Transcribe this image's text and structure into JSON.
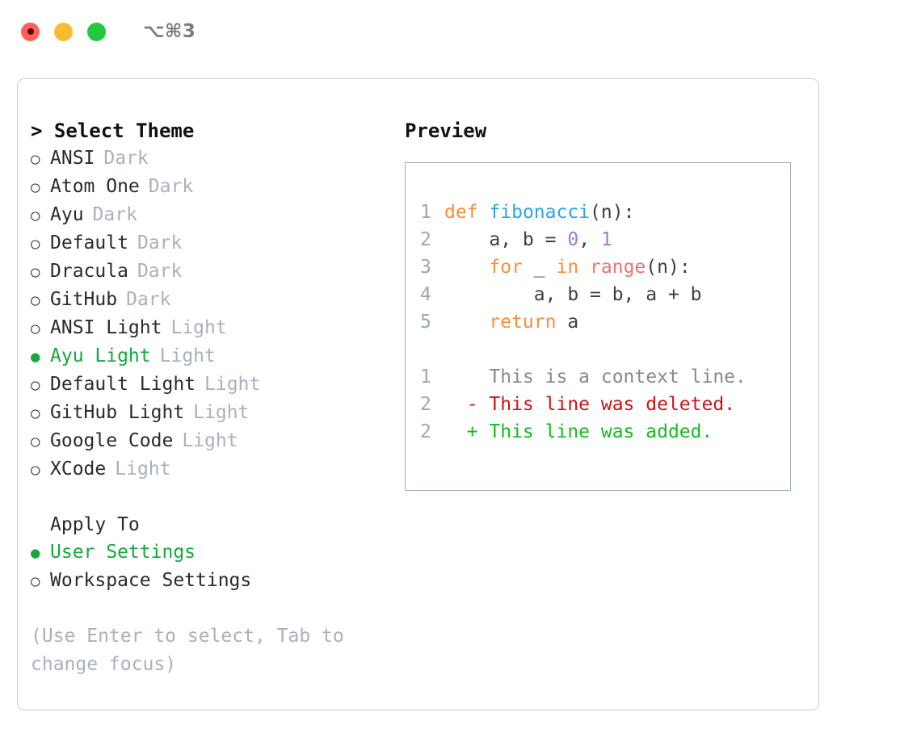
{
  "titlebar": {
    "lights": [
      "close",
      "minimize",
      "maximize"
    ],
    "shortcut": "⌥⌘3"
  },
  "theme_panel": {
    "heading": "> Select Theme",
    "caret": ">",
    "heading_label": "Select Theme",
    "bullet_on": "●",
    "bullet_off": "○",
    "selected_color": "#17a73c",
    "kind_color": "#a8b2bd",
    "items": [
      {
        "label": "ANSI",
        "kind": "Dark",
        "selected": false
      },
      {
        "label": "Atom One",
        "kind": "Dark",
        "selected": false
      },
      {
        "label": "Ayu",
        "kind": "Dark",
        "selected": false
      },
      {
        "label": "Default",
        "kind": "Dark",
        "selected": false
      },
      {
        "label": "Dracula",
        "kind": "Dark",
        "selected": false
      },
      {
        "label": "GitHub",
        "kind": "Dark",
        "selected": false
      },
      {
        "label": "ANSI Light",
        "kind": "Light",
        "selected": false
      },
      {
        "label": "Ayu Light",
        "kind": "Light",
        "selected": true
      },
      {
        "label": "Default Light",
        "kind": "Light",
        "selected": false
      },
      {
        "label": "GitHub Light",
        "kind": "Light",
        "selected": false
      },
      {
        "label": "Google Code",
        "kind": "Light",
        "selected": false
      },
      {
        "label": "XCode",
        "kind": "Light",
        "selected": false
      }
    ]
  },
  "apply_to": {
    "heading": "Apply To",
    "items": [
      {
        "label": "User Settings",
        "selected": true
      },
      {
        "label": "Workspace Settings",
        "selected": false
      }
    ]
  },
  "hint": "(Use Enter to select, Tab to change focus)",
  "preview": {
    "title": "Preview",
    "code_lines": [
      {
        "num": "1",
        "tokens": [
          {
            "t": "def",
            "c": "kw"
          },
          {
            "t": " ",
            "c": "pl"
          },
          {
            "t": "fibonacci",
            "c": "fn"
          },
          {
            "t": "(n):",
            "c": "pl"
          }
        ]
      },
      {
        "num": "2",
        "tokens": [
          {
            "t": "    a, b = ",
            "c": "pl"
          },
          {
            "t": "0",
            "c": "num"
          },
          {
            "t": ", ",
            "c": "pl"
          },
          {
            "t": "1",
            "c": "num"
          }
        ]
      },
      {
        "num": "3",
        "tokens": [
          {
            "t": "    ",
            "c": "pl"
          },
          {
            "t": "for",
            "c": "kw"
          },
          {
            "t": " _ ",
            "c": "pl"
          },
          {
            "t": "in",
            "c": "kw"
          },
          {
            "t": " ",
            "c": "pl"
          },
          {
            "t": "range",
            "c": "bi"
          },
          {
            "t": "(n):",
            "c": "pl"
          }
        ]
      },
      {
        "num": "4",
        "tokens": [
          {
            "t": "        a, b = b, a + b",
            "c": "pl"
          }
        ]
      },
      {
        "num": "5",
        "tokens": [
          {
            "t": "    ",
            "c": "pl"
          },
          {
            "t": "return",
            "c": "kw"
          },
          {
            "t": " a",
            "c": "pl"
          }
        ]
      }
    ],
    "diff_lines": [
      {
        "num": "1",
        "marker": " ",
        "text": "This is a context line.",
        "kind": "ctx"
      },
      {
        "num": "2",
        "marker": "-",
        "text": "This line was deleted.",
        "kind": "del"
      },
      {
        "num": "2",
        "marker": "+",
        "text": "This line was added.",
        "kind": "add"
      }
    ]
  },
  "colors": {
    "keyword": "#fa8d3e",
    "function": "#2ca5e0",
    "builtin": "#f07171",
    "number": "#a37acc",
    "plain": "#3a4149",
    "line_number": "#9aa7b4",
    "diff_context": "#8a8a8a",
    "diff_deleted": "#cc1414",
    "diff_added": "#18bb22",
    "accent_green": "#17a73c",
    "muted": "#a8b2bd",
    "frame_border": "#c9cdd4",
    "panel_border": "#9eabba"
  }
}
